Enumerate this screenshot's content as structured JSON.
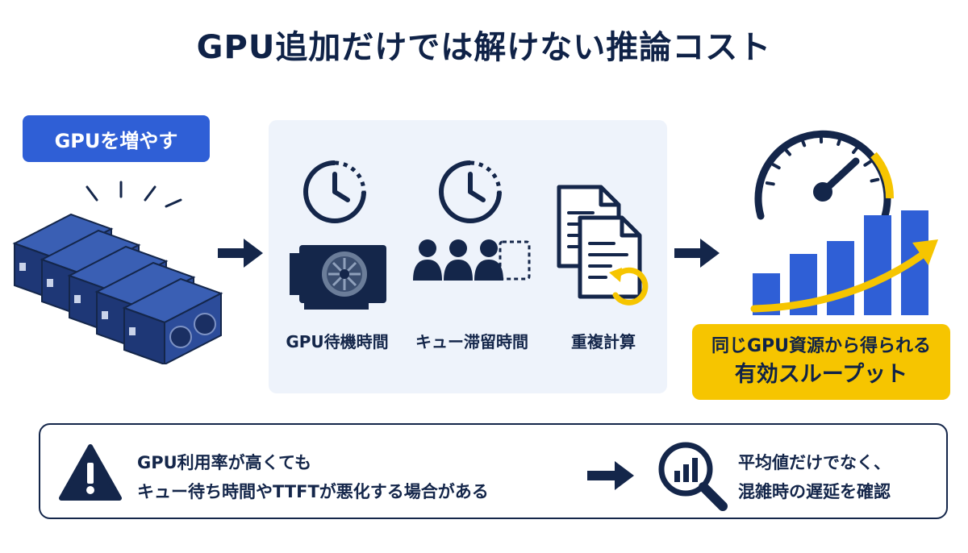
{
  "title": "GPU追加だけでは解けない推論コスト",
  "left": {
    "pill_label": "GPUを増やす",
    "gpu_icon": "gpu-cards-icon"
  },
  "middle": {
    "items": [
      {
        "label": "GPU待機時間",
        "icon": "clock-gpu-icon"
      },
      {
        "label": "キュー滞留時間",
        "icon": "clock-queue-icon"
      },
      {
        "label": "重複計算",
        "icon": "duplicate-docs-icon"
      }
    ]
  },
  "result": {
    "line1": "同じGPU資源から得られる",
    "line2": "有効スループット",
    "icon": "speedometer-icon",
    "chart_icon": "rising-bar-chart-icon"
  },
  "bottom": {
    "warning_lines": [
      "GPU利用率が高くても",
      "キュー待ち時間やTTFTが悪化する場合がある"
    ],
    "check_lines": [
      "平均値だけでなく、",
      "混雑時の遅延を確認"
    ],
    "warning_icon": "warning-icon",
    "check_icon": "magnifier-chart-icon"
  },
  "colors": {
    "navy": "#14264a",
    "blue": "#2f5fd6",
    "yellow": "#f6c500",
    "panel": "#eef3fb"
  }
}
